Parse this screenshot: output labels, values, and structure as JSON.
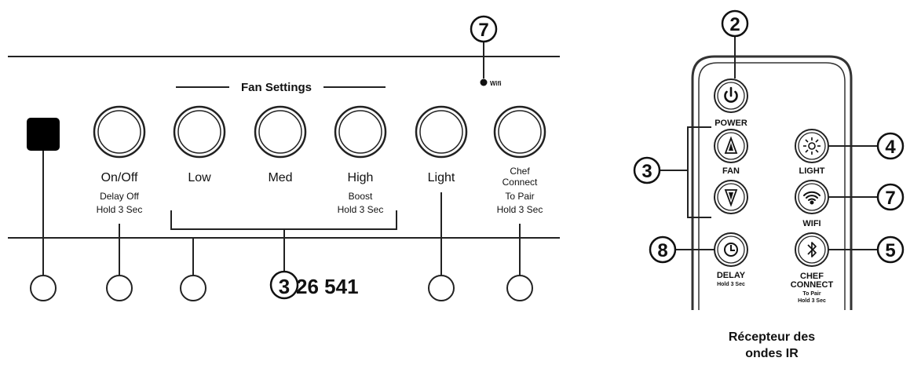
{
  "panel": {
    "fan_settings_label": "Fan Settings",
    "wifi_label": "Wifi",
    "buttons": [
      {
        "label": "",
        "sub1": "",
        "sub2": ""
      },
      {
        "label": "On/Off",
        "sub1": "Delay Off",
        "sub2": "Hold 3 Sec"
      },
      {
        "label": "Low",
        "sub1": "",
        "sub2": ""
      },
      {
        "label": "Med",
        "sub1": "",
        "sub2": ""
      },
      {
        "label": "High",
        "sub1": "Boost",
        "sub2": "Hold 3 Sec"
      },
      {
        "label": "Light",
        "sub1": "",
        "sub2": ""
      },
      {
        "label": "Chef",
        "label2": "Connect",
        "sub1": "To Pair",
        "sub2": "Hold 3 Sec"
      }
    ],
    "wifi_callout": "7",
    "code_callout": "3",
    "code_text": "26 541"
  },
  "remote": {
    "power_label": "POWER",
    "fan_label": "FAN",
    "light_label": "LIGHT",
    "wifi_label": "WIFI",
    "delay_label": "DELAY",
    "delay_sub": "Hold 3 Sec",
    "chef_label1": "CHEF",
    "chef_label2": "CONNECT",
    "chef_sub1": "To Pair",
    "chef_sub2": "Hold 3 Sec",
    "callouts": {
      "power": "2",
      "fan": "3",
      "light": "4",
      "wifi": "7",
      "delay": "8",
      "chef": "5"
    },
    "caption_line1": "Récepteur des",
    "caption_line2": "ondes IR"
  },
  "icons": {
    "power": "power-icon",
    "fan_up": "triangle-up-icon",
    "fan_down": "triangle-down-icon",
    "light": "sun-icon",
    "wifi": "wifi-icon",
    "delay": "clock-icon",
    "chef": "bluetooth-icon"
  }
}
